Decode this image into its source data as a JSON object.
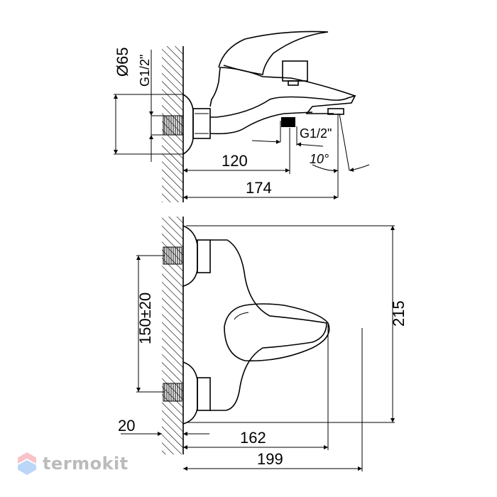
{
  "drawing": {
    "side_view": {
      "diameter_label": "Ø65",
      "inlet_thread_label": "G1/2\"",
      "outlet_thread_label": "G1/2\"",
      "angle_label": "10°",
      "depth_to_outlet_label": "120",
      "total_depth_label": "174"
    },
    "front_view": {
      "height_label": "215",
      "center_distance_label": "150±20",
      "wall_offset_label": "20",
      "outlet_width_label": "162",
      "total_width_label": "199"
    }
  },
  "watermark": {
    "brand": "termokit"
  }
}
